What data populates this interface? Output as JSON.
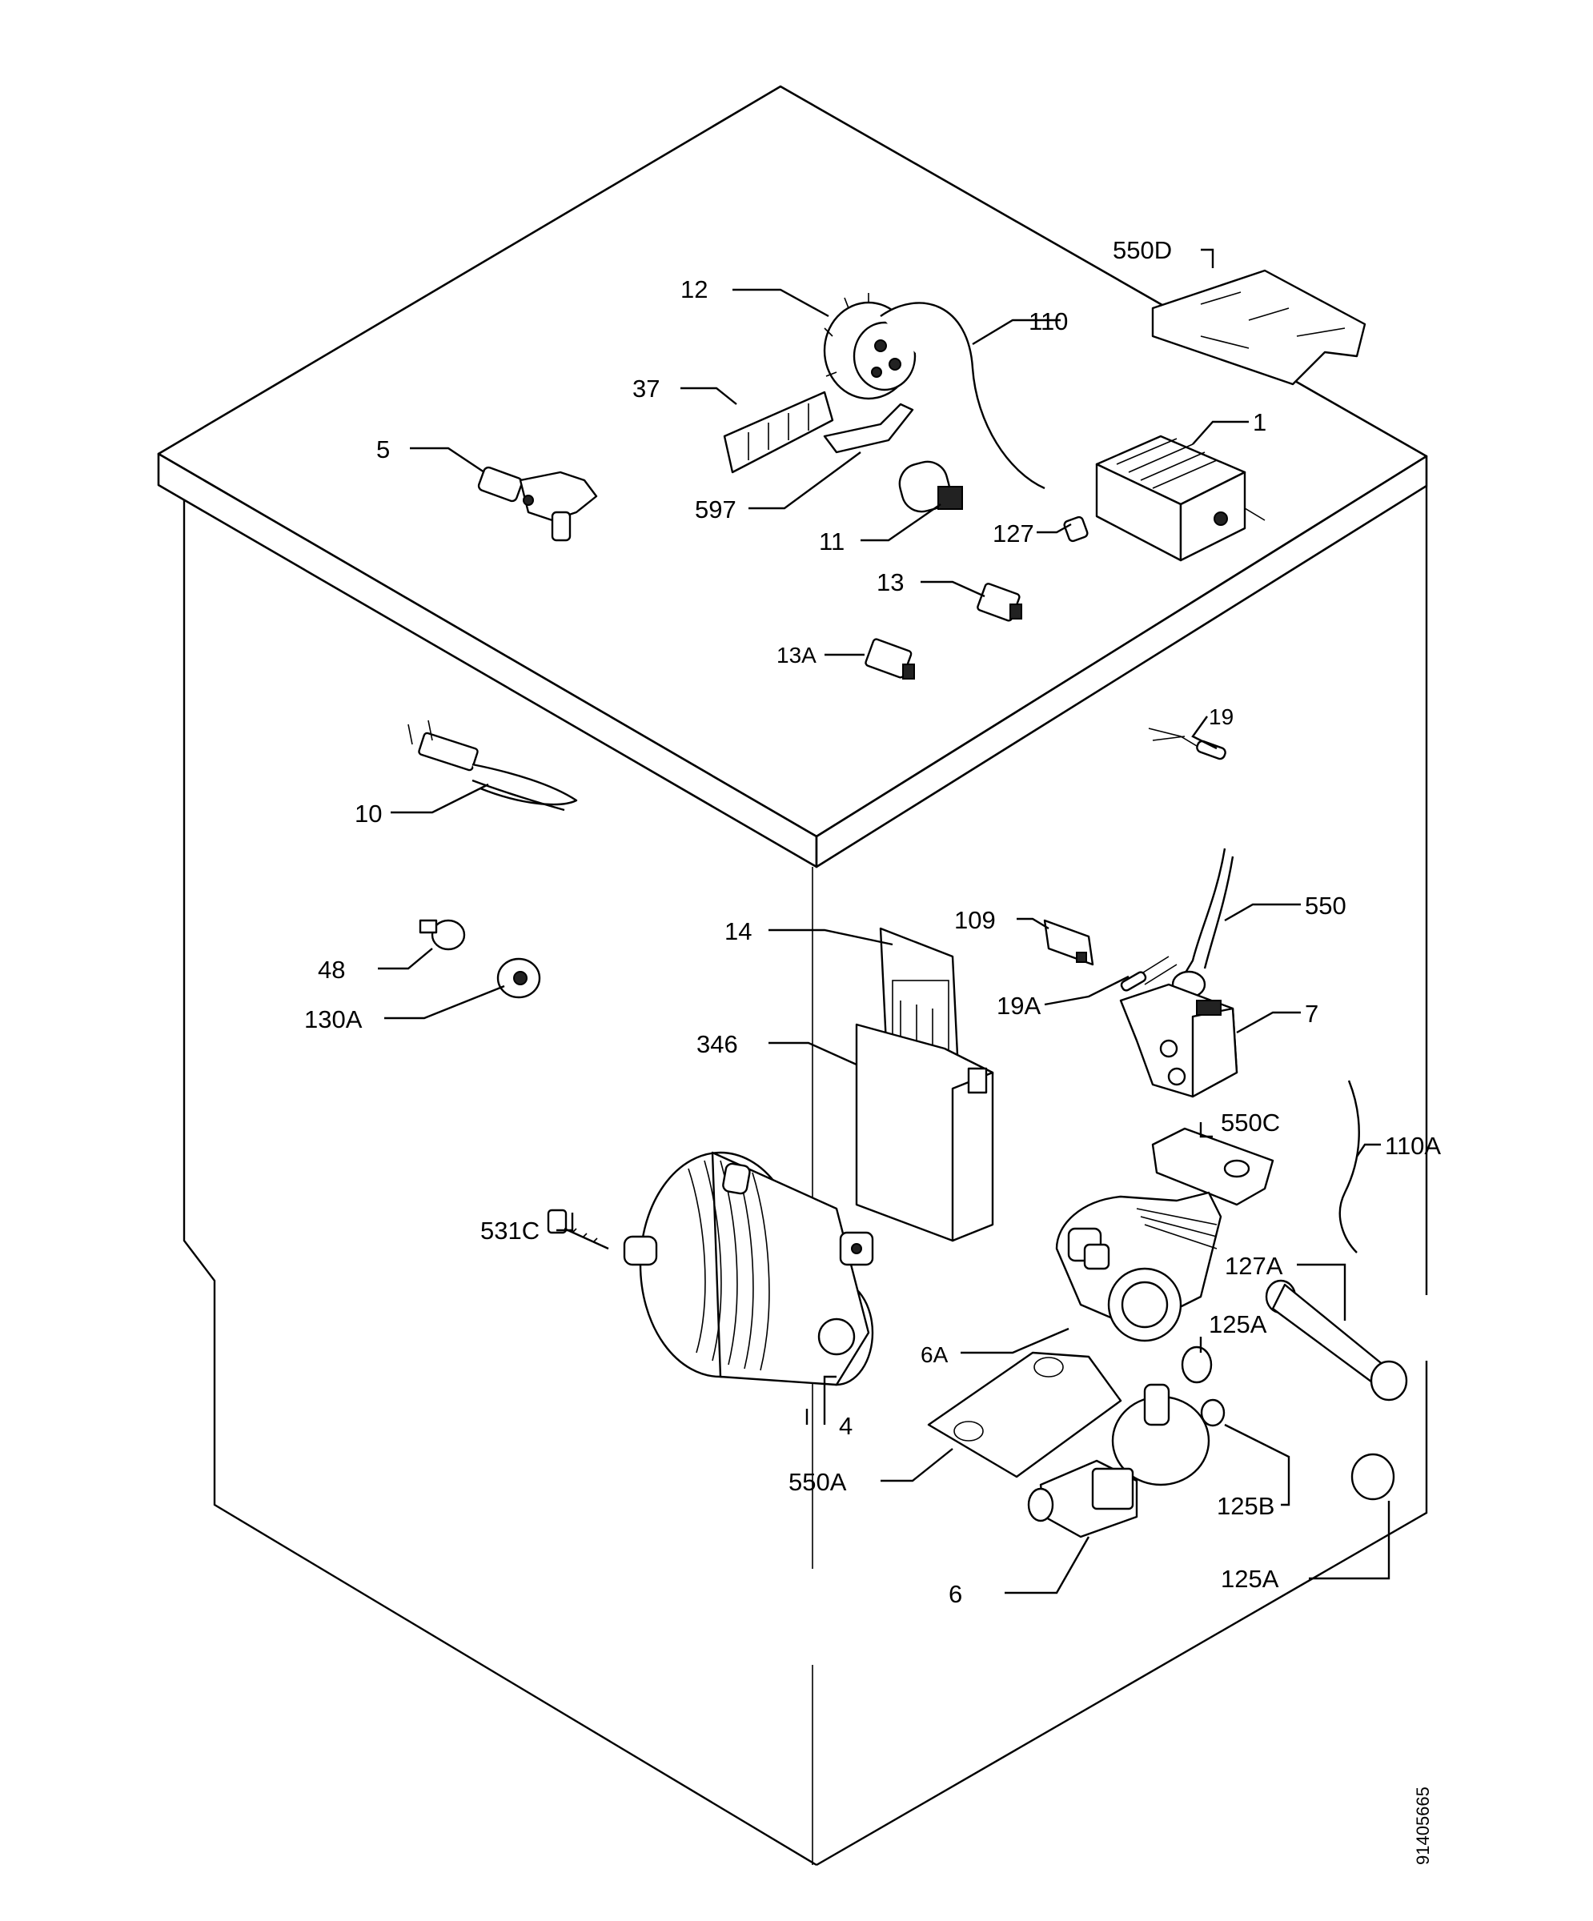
{
  "callouts": {
    "c550d": "550D",
    "c12": "12",
    "c110": "110",
    "c37": "37",
    "c5": "5",
    "c597": "597",
    "c11": "11",
    "c127": "127",
    "c1": "1",
    "c13": "13",
    "c13a": "13A",
    "c19": "19",
    "c10": "10",
    "c109": "109",
    "c550": "550",
    "c14": "14",
    "c19a": "19A",
    "c7": "7",
    "c48": "48",
    "c130a": "130A",
    "c346": "346",
    "c550c": "550C",
    "c110a": "110A",
    "c531c": "531C",
    "c127a": "127A",
    "c125a_upper": "125A",
    "c6a": "6A",
    "c4": "4",
    "c550a": "550A",
    "c125b": "125B",
    "c6": "6",
    "c125a_lower": "125A"
  },
  "drawing_number": "91405665"
}
